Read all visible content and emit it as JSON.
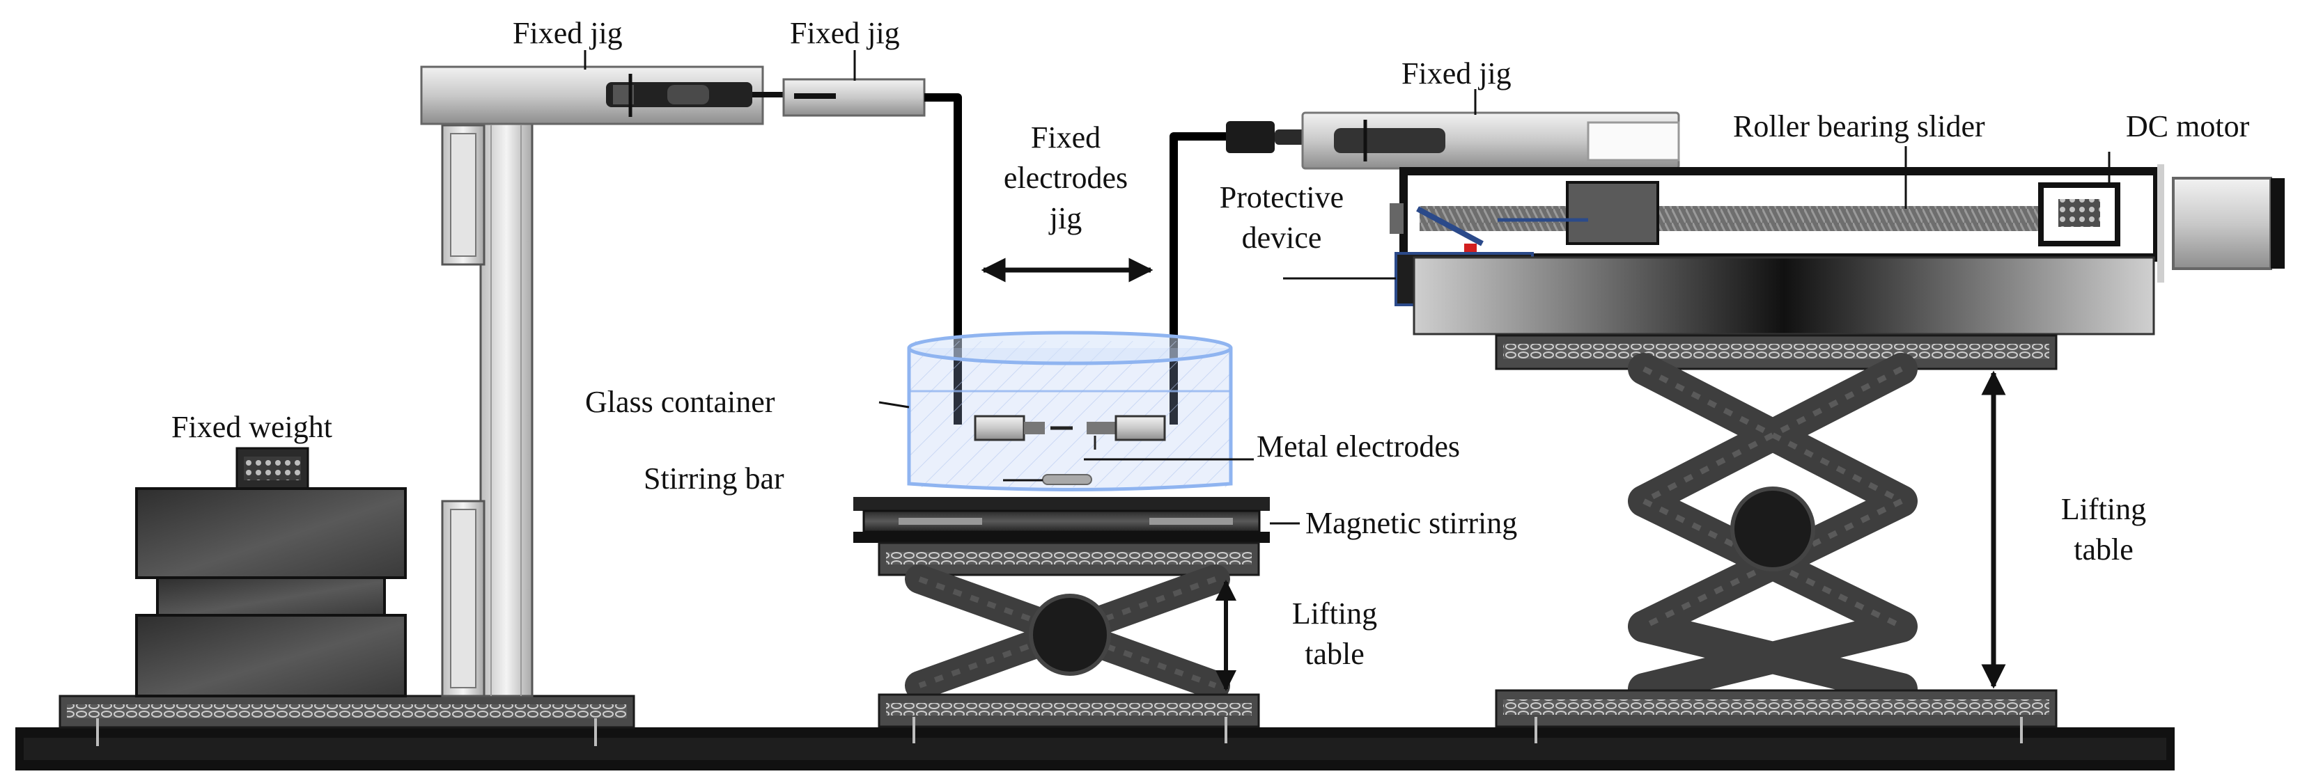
{
  "labels": {
    "fixed_jig_1": "Fixed jig",
    "fixed_jig_2": "Fixed jig",
    "fixed_jig_3": "Fixed jig",
    "fixed_electrodes_jig": "Fixed\nelectrodes\njig",
    "roller_bearing_slider": "Roller bearing slider",
    "dc_motor": "DC motor",
    "protective_device": "Protective\ndevice",
    "glass_container": "Glass container",
    "metal_electrodes": "Metal electrodes",
    "stirring_bar": "Stirring bar",
    "magnetic_stirring": "Magnetic stirring",
    "fixed_weight": "Fixed weight",
    "lifting_table_1": "Lifting\ntable",
    "lifting_table_2": "Lifting\ntable"
  },
  "colors": {
    "outline": "#1a1a1a",
    "dark_gray": "#3c3c3c",
    "mid_gray": "#7a7a7a",
    "light_gray": "#d6d6d6",
    "glass_blue": "#8fb4f0",
    "protective_blue": "#2b4a8a",
    "marker_red": "#d21f1f"
  }
}
